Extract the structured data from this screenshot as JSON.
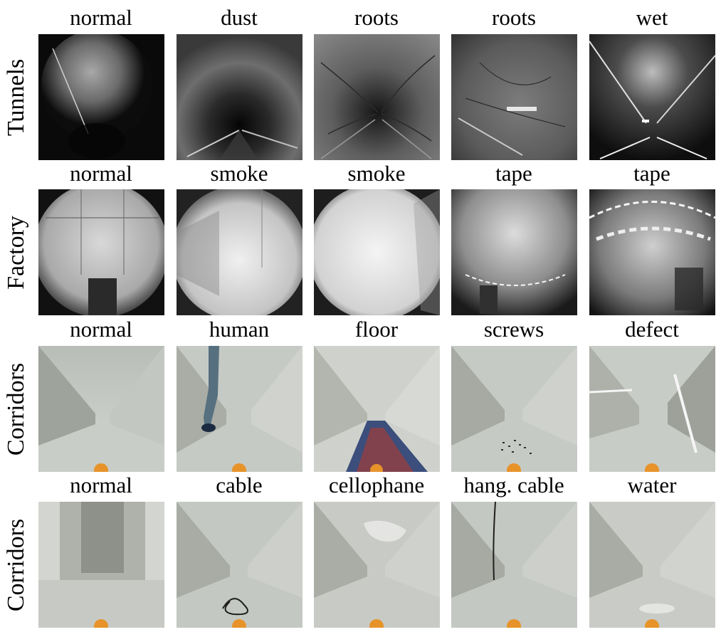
{
  "rows": [
    {
      "label": "Tunnels",
      "captions": [
        "normal",
        "dust",
        "roots",
        "roots",
        "wet"
      ]
    },
    {
      "label": "Factory",
      "captions": [
        "normal",
        "smoke",
        "smoke",
        "tape",
        "tape"
      ]
    },
    {
      "label": "Corridors",
      "captions": [
        "normal",
        "human",
        "floor",
        "screws",
        "defect"
      ]
    },
    {
      "label": "Corridors",
      "captions": [
        "normal",
        "cable",
        "cellophane",
        "hang. cable",
        "water"
      ]
    }
  ]
}
